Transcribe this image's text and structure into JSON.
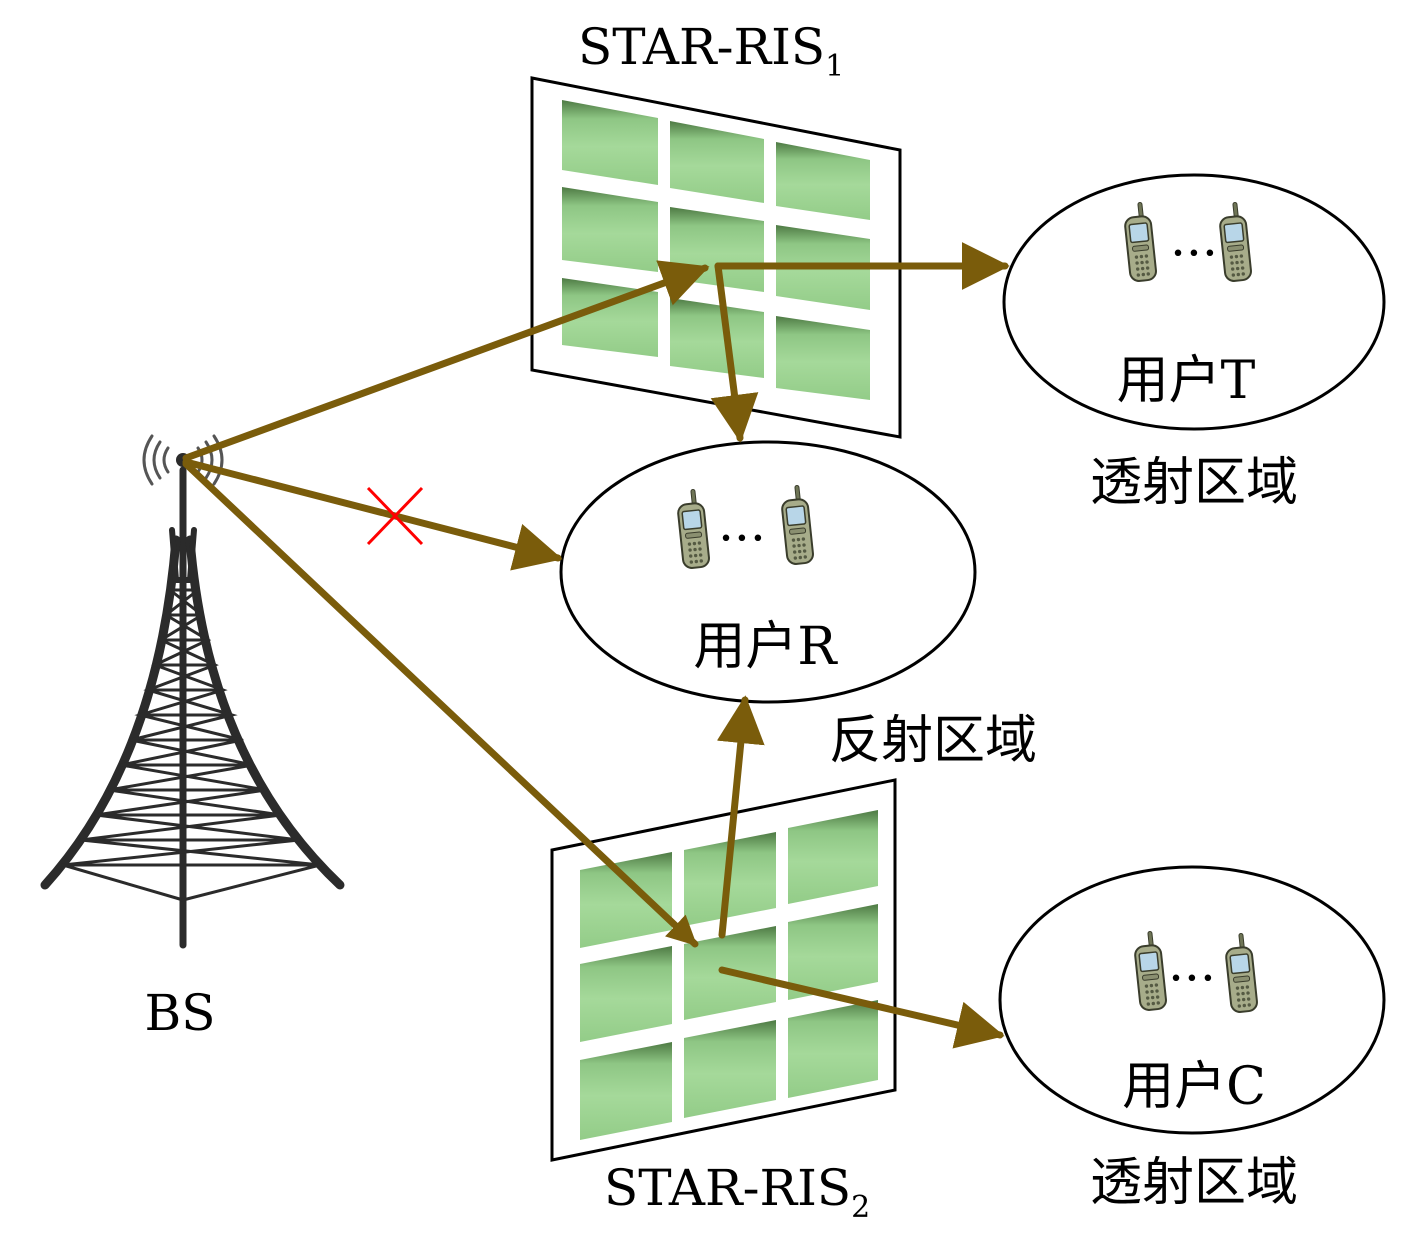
{
  "colors": {
    "arrow": "#7a5c0b",
    "panel_cell": "#9bd28f",
    "blocked_mark": "#ff0000",
    "outline": "#000000"
  },
  "labels": {
    "bs": "BS",
    "ris1_main": "STAR-RIS",
    "ris1_sub": "1",
    "ris2_main": "STAR-RIS",
    "ris2_sub": "2",
    "ellipse_dots": "···"
  },
  "zones": {
    "top": {
      "user": "用户T",
      "region": "透射区域"
    },
    "middle": {
      "user": "用户R",
      "region": "反射区域"
    },
    "bottom": {
      "user": "用户C",
      "region": "透射区域"
    }
  },
  "icons": {
    "tower": "antenna-tower-icon",
    "phone": "mobile-phone-icon",
    "blocked": "cross-mark-icon"
  }
}
